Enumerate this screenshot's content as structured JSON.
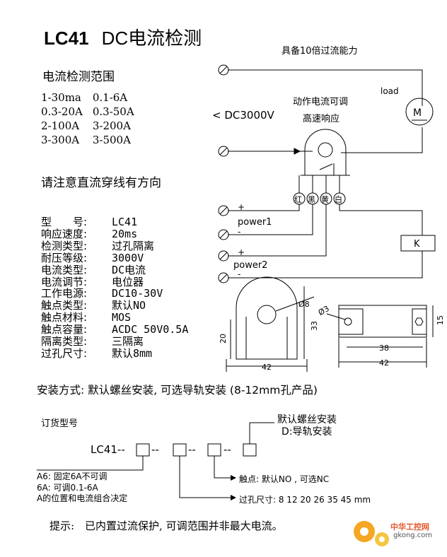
{
  "title": {
    "model": "LC41",
    "name": "DC电流检测"
  },
  "range": {
    "heading": "电流检测范围",
    "rows": [
      [
        "1-30ma",
        "0.1-6A"
      ],
      [
        "0.3-20A",
        "0.3-50A"
      ],
      [
        "2-100A",
        "3-200A"
      ],
      [
        "3-300A",
        "3-500A"
      ]
    ]
  },
  "direction_note": "请注意直流穿线有方向",
  "specs": [
    {
      "key": "型　　号:",
      "value": "LC41"
    },
    {
      "key": "响应速度:",
      "value": "20ms"
    },
    {
      "key": "检测类型:",
      "value": "过孔隔离"
    },
    {
      "key": "耐压等级:",
      "value": "3000V"
    },
    {
      "key": "电流类型:",
      "value": "DC电流"
    },
    {
      "key": "电流调节:",
      "value": "电位器"
    },
    {
      "key": "工作电源:",
      "value": "DC10-30V"
    },
    {
      "key": "触点类型:",
      "value": "默认NO"
    },
    {
      "key": "触点材料:",
      "value": "MOS"
    },
    {
      "key": "触点容量:",
      "value": "ACDC 50V0.5A"
    },
    {
      "key": "隔离类型:",
      "value": "三隔离"
    },
    {
      "key": "过孔尺寸:",
      "value": "默认8mm"
    }
  ],
  "install": "安装方式: 默认螺丝安装, 可选导轨安装 (8-12mm孔产品)",
  "wiring": {
    "overload": "具备10倍过流能力",
    "load": "load",
    "motor": "M",
    "adjust": "动作电流可调",
    "fast": "高速响应",
    "isolation": "< DC3000V",
    "wires": [
      "红",
      "黑",
      "黄",
      "白"
    ],
    "power1": "power1",
    "power2": "power2",
    "plus": "+",
    "minus": "-",
    "relay": "K"
  },
  "dims": {
    "d_hole": "Ø8",
    "d_mount": "Ø3",
    "h_inner": "20",
    "h_outer": "33",
    "w_left": "42",
    "w_inner": "38",
    "w_right": "42",
    "h_side": "15"
  },
  "ordering": {
    "heading": "订货型号",
    "prefix": "LC41--",
    "sep": "--",
    "install_default": "默认螺丝安装",
    "install_rail": "D:导轨安装",
    "contact": "触点: 默认NO , 可选NC",
    "hole": "过孔尺寸: 8 12 20 26 35 45 mm",
    "a6": "A6: 固定6A不可调",
    "a6b": "6A: 可调0.1-6A",
    "a_note": "A的位置和电流组合决定"
  },
  "tip": "提示:　已内置过流保护, 可调范围并非最大电流。",
  "watermark": {
    "cn": "中华工控网",
    "url": "gkong.com"
  }
}
